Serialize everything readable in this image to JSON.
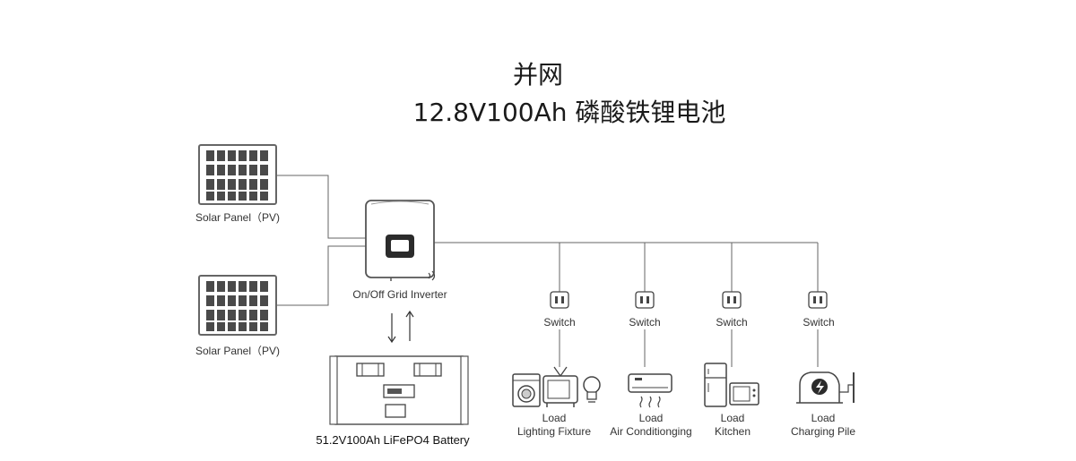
{
  "title": {
    "line1": "并网",
    "line2": "12.8V100Ah 磷酸铁锂电池"
  },
  "nodes": {
    "solar_panel_top": "Solar Panel（PV)",
    "solar_panel_bottom": "Solar Panel（PV)",
    "inverter": "On/Off Grid Inverter",
    "battery": "51.2V100Ah LiFePO4 Battery"
  },
  "switches": [
    "Switch",
    "Switch",
    "Switch",
    "Switch"
  ],
  "loads": [
    {
      "label": "Load",
      "sub": "Lighting Fixture"
    },
    {
      "label": "Load",
      "sub": "Air Conditionging"
    },
    {
      "label": "Load",
      "sub": "Kitchen"
    },
    {
      "label": "Load",
      "sub": "Charging Pile"
    }
  ]
}
